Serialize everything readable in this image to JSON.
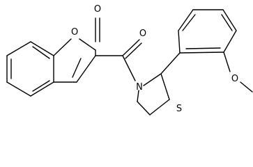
{
  "molecule": {
    "atoms": {
      "o_ring": "O",
      "o_carbonyl_lactone": "O",
      "o_amide": "O",
      "n_ring": "N",
      "s_ring": "S",
      "o_methoxy": "O"
    }
  }
}
